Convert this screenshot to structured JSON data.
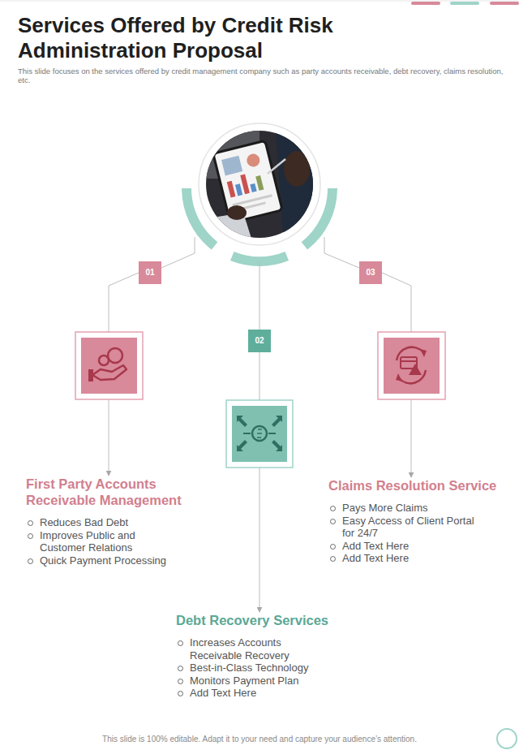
{
  "diagram": {
    "title": "Services Offered by Credit Risk Administration Proposal",
    "nodes": [
      {
        "text": [
          "01"
        ]
      },
      {
        "text": [
          "02"
        ]
      },
      {
        "text": [
          "03"
        ]
      },
      {
        "text": [
          "First Party Accounts Receivable Management",
          "Reduces Bad Debt",
          "Improves Public and Customer Relations",
          "Quick Payment Processing"
        ]
      },
      {
        "text": [
          "Debt Recovery Services",
          "Increases Accounts Receivable Recovery",
          "Best-in-Class Technology",
          "Monitors Payment Plan",
          "Add Text Here"
        ]
      },
      {
        "text": [
          "Claims Resolution Service",
          "Pays More Claims",
          "Easy Access of Client Portal for 24/7",
          "Add Text Here",
          "Add Text Here"
        ]
      }
    ],
    "edges": [
      {
        "from": 0,
        "to": 3,
        "arrow": "to"
      },
      {
        "from": 1,
        "to": 4,
        "arrow": "to"
      },
      {
        "from": 2,
        "to": 5,
        "arrow": "to"
      }
    ],
    "labels": [
      "This slide focuses on the services offered by credit management company such as party accounts receivable, debt recovery, claims resolution, etc.",
      "This slide is 100% editable. Adapt it to your need and capture your audience’s attention."
    ]
  }
}
